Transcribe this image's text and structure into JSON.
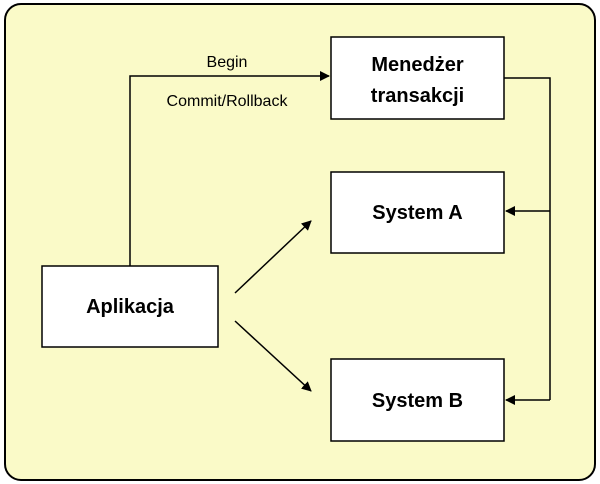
{
  "colors": {
    "background_panel": "#fafac8",
    "box_fill": "#ffffff",
    "stroke": "#000000"
  },
  "nodes": {
    "manager": {
      "line1": "Menedżer",
      "line2": "transakcji"
    },
    "system_a": {
      "label": "System A"
    },
    "system_b": {
      "label": "System B"
    },
    "application": {
      "label": "Aplikacja"
    }
  },
  "edges": {
    "begin": "Begin",
    "commit_rollback": "Commit/Rollback"
  }
}
